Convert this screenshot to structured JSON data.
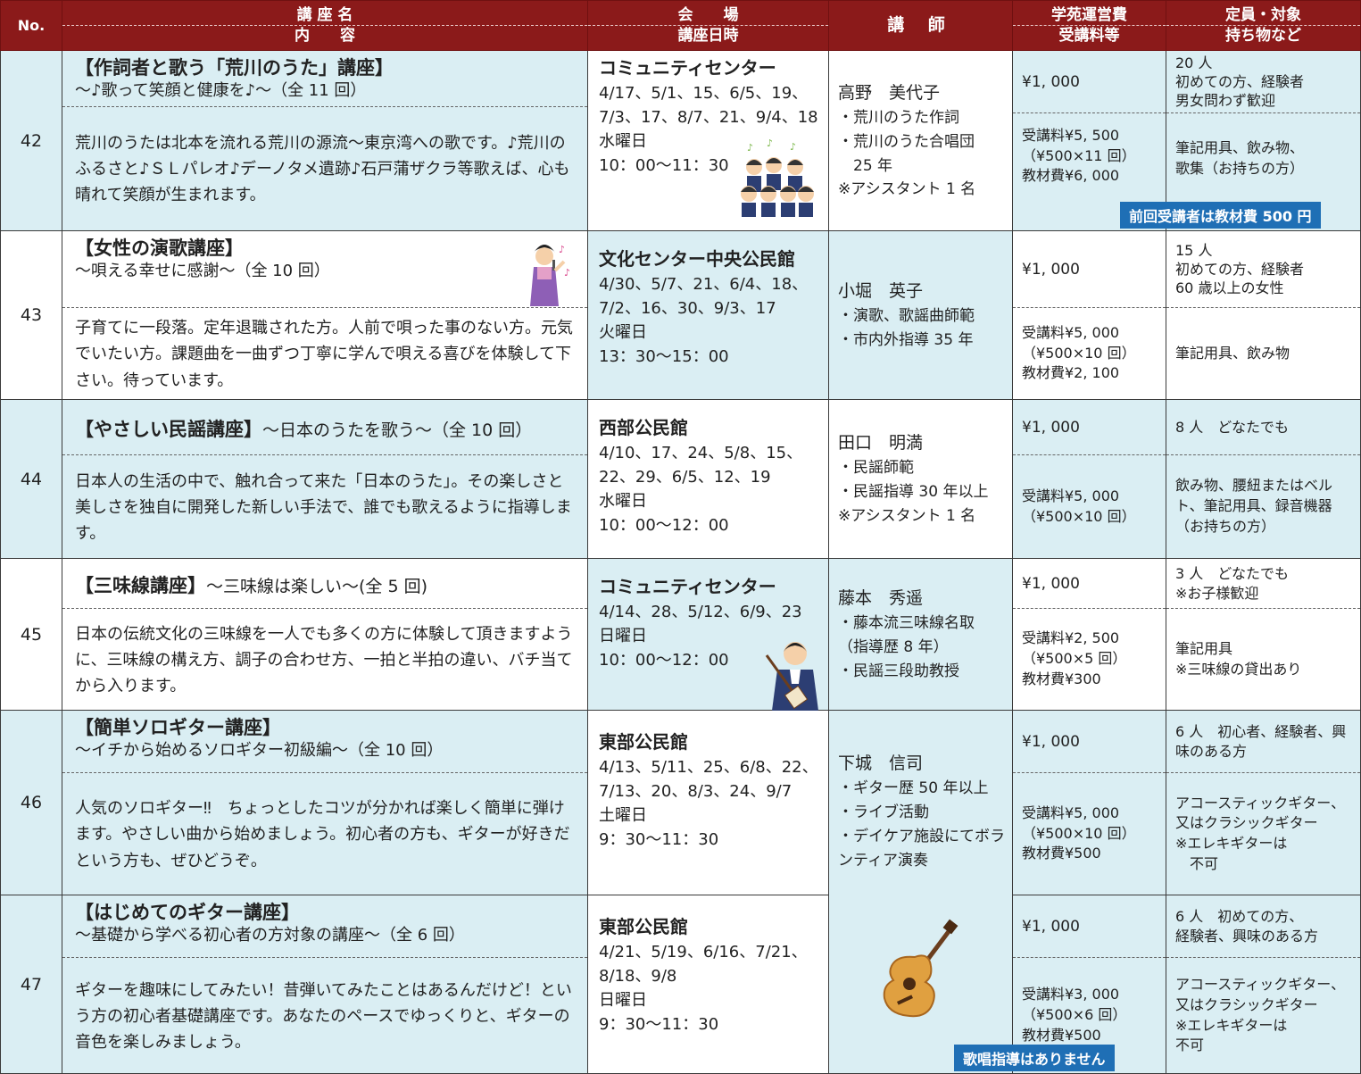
{
  "header": {
    "no": "No.",
    "course_top": "講 座 名",
    "course_bottom": "内　　容",
    "venue_top": "会　　場",
    "venue_bottom": "講座日時",
    "teacher": "講 師",
    "fee_top": "学苑運営費",
    "fee_bottom": "受講料等",
    "cap_top": "定員・対象",
    "cap_bottom": "持ち物など"
  },
  "rows": [
    {
      "no": "42",
      "title": "【作詞者と歌う「荒川のうた」講座】",
      "title_sub": "",
      "subtitle": "～♪歌って笑顔と健康を♪～（全 11 回）",
      "description": "荒川のうたは北本を流れる荒川の源流～東京湾への歌です。♪荒川のふるさと♪ＳＬパレオ♪デーノタメ遺跡♪石戸蒲ザクラ等歌えば、心も晴れて笑顔が生まれます。",
      "venue": "コミュニティセンター",
      "dates": "4/17、5/1、15、6/5、19、7/3、17、8/7、21、9/4、18",
      "weekday": "水曜日",
      "time": "10：00～11：30",
      "teacher_name": "高野　美代子",
      "teacher_lines": [
        "・荒川のうた作詞",
        "・荒川のうた合唱団",
        "　25 年",
        "※アシスタント 1 名"
      ],
      "fee1": "¥1, 000",
      "fee2": [
        "受講料¥5, 500",
        "（¥500×11 回）",
        "教材費¥6, 000"
      ],
      "cap1": [
        "20 人",
        "初めての方、経験者",
        "男女問わず歓迎"
      ],
      "cap2": [
        "筆記用具、飲み物、",
        "歌集（お持ちの方）"
      ],
      "badge": "前回受講者は教材費 500 円"
    },
    {
      "no": "43",
      "title": "【女性の演歌講座】",
      "title_sub": "",
      "subtitle": "～唄える幸せに感謝～（全 10 回）",
      "description": "子育てに一段落。定年退職された方。人前で唄った事のない方。元気でいたい方。課題曲を一曲ずつ丁寧に学んで唄える喜びを体験して下さい。待っています。",
      "venue": "文化センター中央公民館",
      "dates": "4/30、5/7、21、6/4、18、7/2、16、30、9/3、17",
      "weekday": "火曜日",
      "time": "13：30～15：00",
      "teacher_name": "小堀　英子",
      "teacher_lines": [
        "・演歌、歌謡曲師範",
        "・市内外指導 35 年"
      ],
      "fee1": "¥1, 000",
      "fee2": [
        "受講料¥5, 000",
        "（¥500×10 回）",
        "教材費¥2, 100"
      ],
      "cap1": [
        "15 人",
        "初めての方、経験者",
        "60 歳以上の女性"
      ],
      "cap2": [
        "筆記用具、飲み物"
      ],
      "badge": ""
    },
    {
      "no": "44",
      "title": "【やさしい民謡講座】",
      "title_sub": "～日本のうたを歌う～（全 10 回）",
      "subtitle": "",
      "description": "日本人の生活の中で、触れ合って来た「日本のうた」。その楽しさと美しさを独自に開発した新しい手法で、誰でも歌えるように指導します。",
      "venue": "西部公民館",
      "dates": "4/10、17、24、5/8、15、22、29、6/5、12、19",
      "weekday": "水曜日",
      "time": "10：00～12：00",
      "teacher_name": "田口　明満",
      "teacher_lines": [
        "・民謡師範",
        "・民謡指導 30 年以上",
        "※アシスタント 1 名"
      ],
      "fee1": "¥1, 000",
      "fee2": [
        "受講料¥5, 000",
        "（¥500×10 回）"
      ],
      "cap1": [
        "8 人　どなたでも"
      ],
      "cap2": [
        "飲み物、腰紐またはベルト、筆記用具、録音機器（お持ちの方）"
      ],
      "badge": ""
    },
    {
      "no": "45",
      "title": "【三味線講座】",
      "title_sub": "～三味線は楽しい～(全 5 回)",
      "subtitle": "",
      "description": "日本の伝統文化の三味線を一人でも多くの方に体験して頂きますように、三味線の構え方、調子の合わせ方、一拍と半拍の違い、バチ当てから入ります。",
      "venue": "コミュニティセンター",
      "dates": "4/14、28、5/12、6/9、23",
      "weekday": "日曜日",
      "time": "10：00～12：00",
      "teacher_name": "藤本　秀遥",
      "teacher_lines": [
        "・藤本流三味線名取",
        "（指導歴 8 年）",
        "・民謡三段助教授"
      ],
      "fee1": "¥1, 000",
      "fee2": [
        "受講料¥2, 500",
        "（¥500×5 回）",
        "教材費¥300"
      ],
      "cap1": [
        "3 人　どなたでも",
        "※お子様歓迎"
      ],
      "cap2": [
        "筆記用具",
        "※三味線の貸出あり"
      ],
      "badge": ""
    },
    {
      "no": "46",
      "title": "【簡単ソロギター講座】",
      "title_sub": "",
      "subtitle": "～イチから始めるソロギター初級編～（全 10 回）",
      "description": "人気のソロギター‼　ちょっとしたコツが分かれば楽しく簡単に弾けます。やさしい曲から始めましょう。初心者の方も、ギターが好きだという方も、ぜひどうぞ。",
      "venue": "東部公民館",
      "dates": "4/13、5/11、25、6/8、22、7/13、20、8/3、24、9/7",
      "weekday": "土曜日",
      "time": "9：30～11：30",
      "teacher_name": "下城　信司",
      "teacher_lines": [
        "・ギター歴 50 年以上",
        "・ライブ活動",
        "・デイケア施設にてボランティア演奏"
      ],
      "fee1": "¥1, 000",
      "fee2": [
        "受講料¥5, 000",
        "（¥500×10 回）",
        "教材費¥500"
      ],
      "cap1": [
        "6 人　初心者、経験者、興味のある方"
      ],
      "cap2": [
        "アコースティックギター、又はクラシックギター",
        "※エレキギターは",
        "　不可"
      ],
      "badge": ""
    },
    {
      "no": "47",
      "title": "【はじめてのギター講座】",
      "title_sub": "",
      "subtitle": "～基礎から学べる初心者の方対象の講座～（全 6 回）",
      "description": "ギターを趣味にしてみたい！昔弾いてみたことはあるんだけど！という方の初心者基礎講座です。あなたのペースでゆっくりと、ギターの音色を楽しみましょう。",
      "venue": "東部公民館",
      "dates": "4/21、5/19、6/16、7/21、8/18、9/8",
      "weekday": "日曜日",
      "time": "9：30～11：30",
      "teacher_name": "",
      "teacher_lines": [],
      "fee1": "¥1, 000",
      "fee2": [
        "受講料¥3, 000",
        "（¥500×6 回）",
        "教材費¥500"
      ],
      "cap1": [
        "6 人　初めての方、",
        "経験者、興味のある方"
      ],
      "cap2": [
        "アコースティックギター、又はクラシックギター",
        "※エレキギターは",
        "不可"
      ],
      "badge": "歌唱指導はありません"
    }
  ],
  "icons": {
    "choir": "choir-illustration",
    "enka": "enka-singer-illustration",
    "shamisen": "shamisen-player-illustration",
    "guitar": "acoustic-guitar-illustration"
  },
  "colors": {
    "header": "#8b1a1a",
    "row_blue": "#daeef3",
    "badge": "#1f6fb5"
  }
}
